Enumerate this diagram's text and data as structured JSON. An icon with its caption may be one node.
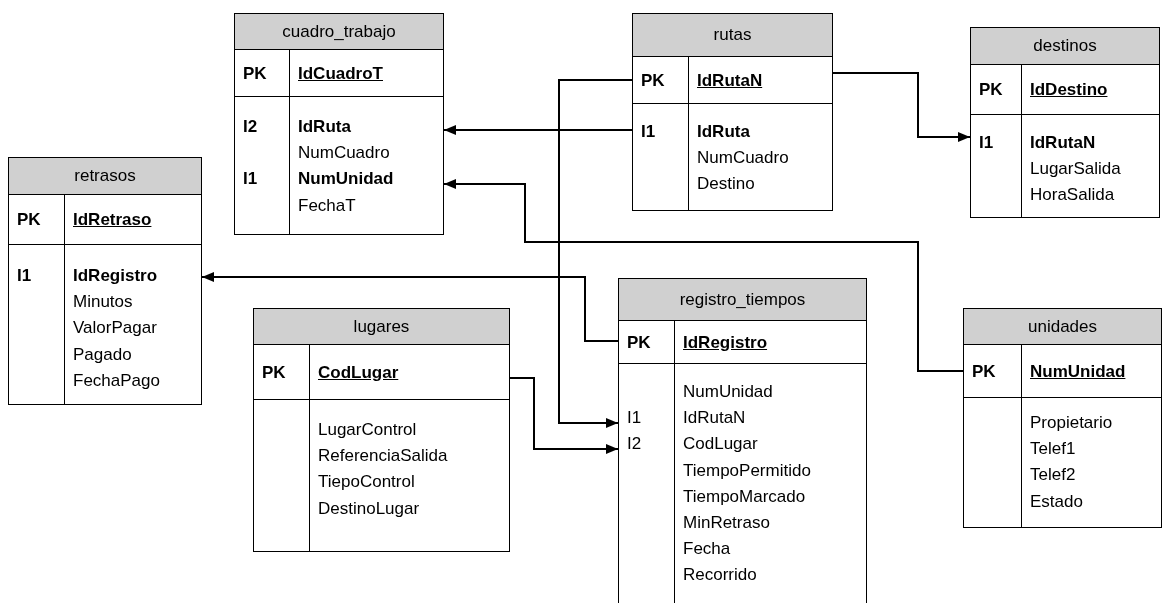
{
  "diagram": {
    "nodes": [
      {
        "text": [
          "cuadro_trabajo",
          "PK",
          "IdCuadroT",
          "I2",
          "IdRuta",
          "NumCuadro",
          "I1",
          "NumUnidad",
          "FechaT"
        ]
      },
      {
        "text": [
          "rutas",
          "PK",
          "IdRutaN",
          "I1",
          "IdRuta",
          "NumCuadro",
          "Destino"
        ]
      },
      {
        "text": [
          "destinos",
          "PK",
          "IdDestino",
          "I1",
          "IdRutaN",
          "LugarSalida",
          "HoraSalida"
        ]
      },
      {
        "text": [
          "retrasos",
          "PK",
          "IdRetraso",
          "I1",
          "IdRegistro",
          "Minutos",
          "ValorPagar",
          "Pagado",
          "FechaPago"
        ]
      },
      {
        "text": [
          "registro_tiempos",
          "PK",
          "IdRegistro",
          "NumUnidad",
          "I1",
          "IdRutaN",
          "I2",
          "CodLugar",
          "TiempoPermitido",
          "TiempoMarcado",
          "MinRetraso",
          "Fecha",
          "Recorrido"
        ]
      },
      {
        "text": [
          "lugares",
          "PK",
          "CodLugar",
          "LugarControl",
          "ReferenciaSalida",
          "TiepoControl",
          "DestinoLugar"
        ]
      },
      {
        "text": [
          "unidades",
          "PK",
          "NumUnidad",
          "Propietario",
          "Telef1",
          "Telef2",
          "Estado"
        ]
      }
    ],
    "edges": [
      {
        "from": 1,
        "to": 0,
        "arrow": "to"
      },
      {
        "from": 1,
        "to": 2,
        "arrow": "to"
      },
      {
        "from": 6,
        "to": 0,
        "arrow": "to"
      },
      {
        "from": 4,
        "to": 3,
        "arrow": "to"
      },
      {
        "from": 1,
        "to": 4,
        "arrow": "to"
      },
      {
        "from": 5,
        "to": 4,
        "arrow": "to"
      }
    ]
  }
}
